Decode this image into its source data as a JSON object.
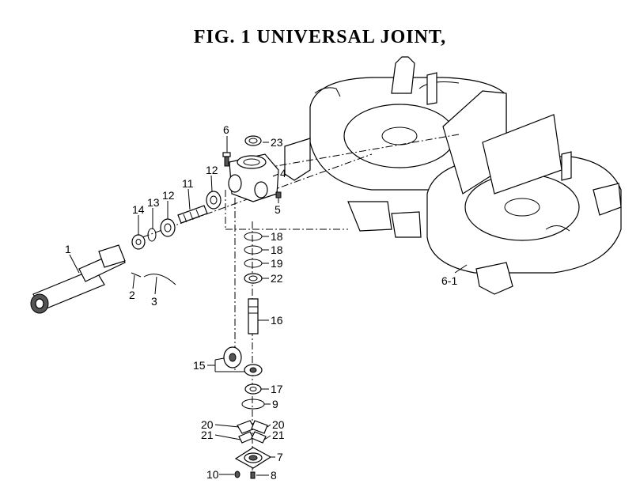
{
  "figure": {
    "title": "FIG. 1  UNIVERSAL JOINT,"
  },
  "callouts": {
    "c1": "1",
    "c2": "2",
    "c3": "3",
    "c4": "4",
    "c5": "5",
    "c6": "6",
    "c7": "7",
    "c8": "8",
    "c9": "9",
    "c10": "10",
    "c11": "11",
    "c12a": "12",
    "c12b": "12",
    "c13": "13",
    "c14": "14",
    "c15": "15",
    "c16": "16",
    "c17": "17",
    "c18a": "18",
    "c18b": "18",
    "c19": "19",
    "c20a": "20",
    "c20b": "20",
    "c21a": "21",
    "c21b": "21",
    "c22": "22",
    "c23": "23",
    "c6_1": "6-1"
  }
}
